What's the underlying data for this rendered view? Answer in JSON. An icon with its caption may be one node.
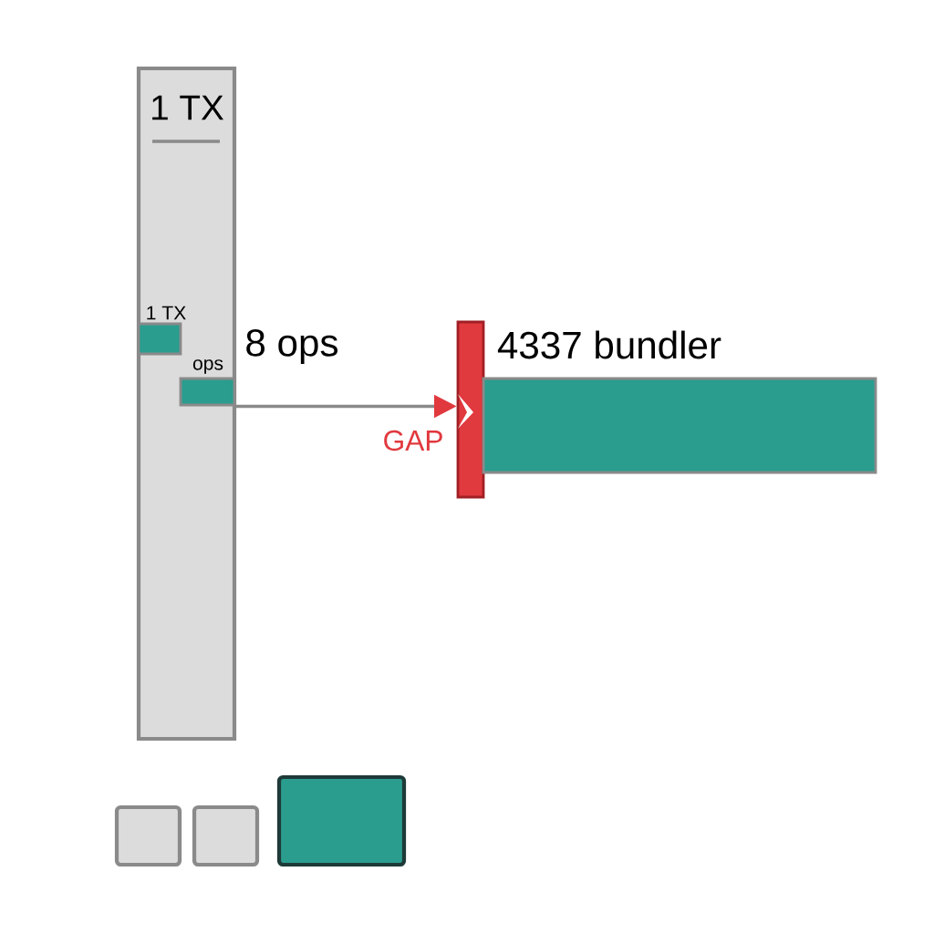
{
  "diagram": {
    "nodes": [
      {
        "text": [
          "1 TX"
        ]
      },
      {
        "text": [
          "1 TX"
        ],
        "in": 0
      },
      {
        "text": [
          "ops"
        ],
        "in": 0
      },
      {
        "text": [],
        "shape": "bar",
        "beside": [
          "GAP"
        ]
      },
      {
        "text": [
          "4337 bundler"
        ]
      },
      {
        "text": [],
        "shape": "box"
      },
      {
        "text": [],
        "shape": "box"
      },
      {
        "text": [],
        "shape": "box"
      }
    ],
    "edges": [
      {
        "from": 2,
        "to": 3,
        "arrow": "to",
        "label": "8 ops"
      }
    ]
  }
}
